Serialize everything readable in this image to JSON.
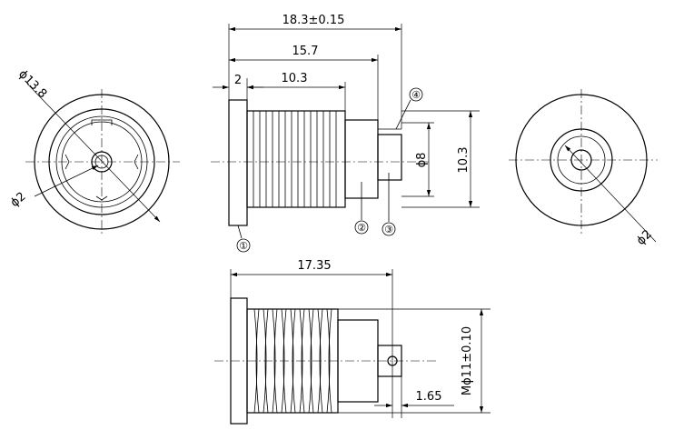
{
  "dimensions": {
    "d_top_overall": "18.3±0.15",
    "d_top_mid": "15.7",
    "d_top_thread": "10.3",
    "d_flange": "2",
    "d_height_outer": "10.3",
    "d_height_inner": "ϕ8",
    "d_left_outer": "ϕ13.8",
    "d_left_pin": "ϕ2",
    "d_right_pin": "ϕ2",
    "d_bottom_len": "17.35",
    "d_bottom_offset": "1.65",
    "d_bottom_thread": "Mϕ11±0.10"
  },
  "callouts": {
    "c1": "①",
    "c2": "②",
    "c3": "③",
    "c4": "④"
  }
}
